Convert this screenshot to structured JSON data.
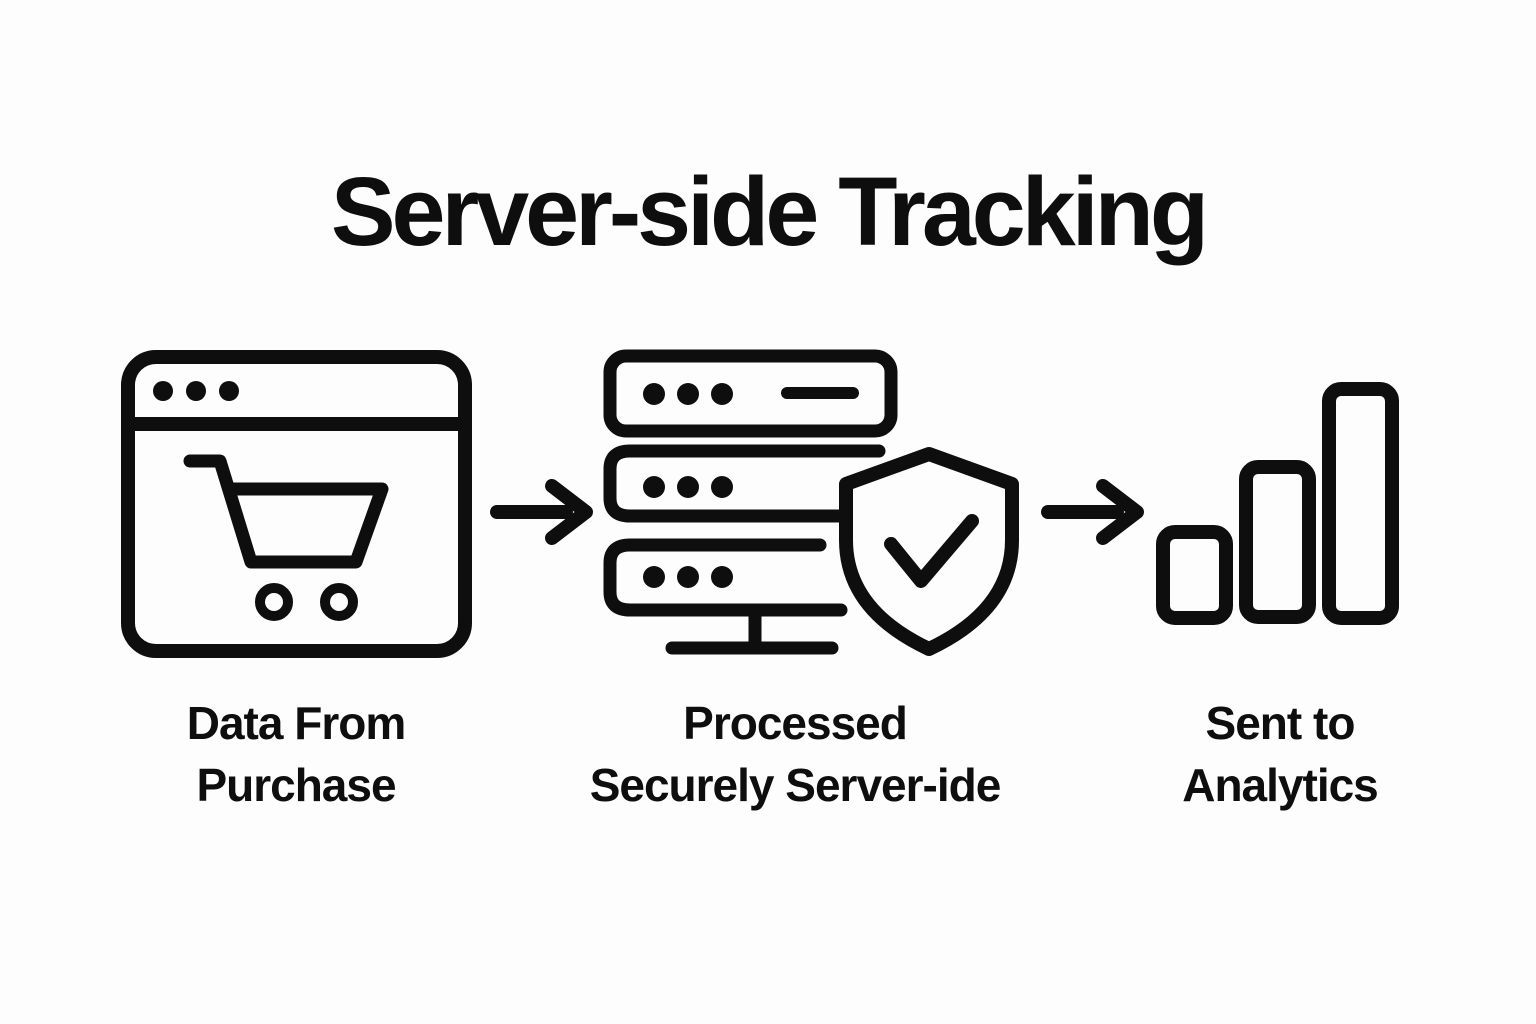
{
  "title": "Server-side Tracking",
  "colors": {
    "background": "#fdfdfd",
    "ink": "#0e0e0e"
  },
  "steps": [
    {
      "id": "data-from-purchase",
      "icon": "browser-shopping-cart-icon",
      "label_line1": "Data From",
      "label_line2": "Purchase"
    },
    {
      "id": "processed-securely-server-side",
      "icon": "server-stack-shield-check-icon",
      "label_line1": "Processed",
      "label_line2": "Securely Server-ide"
    },
    {
      "id": "sent-to-analytics",
      "icon": "bar-chart-icon",
      "label_line1": "Sent to",
      "label_line2": "Analytics"
    }
  ],
  "connectors": [
    {
      "icon": "arrow-right-icon"
    },
    {
      "icon": "arrow-right-icon"
    }
  ]
}
